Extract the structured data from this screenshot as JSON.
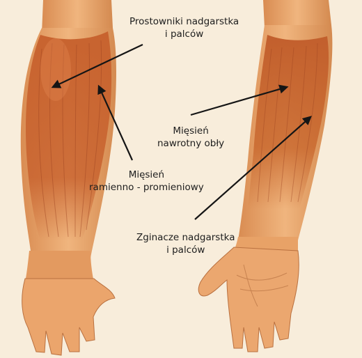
{
  "palette": {
    "background": "#f8eddb",
    "skin": "#e9a36a",
    "muscle": "#c8632f",
    "arrow": "#151515"
  },
  "labels": {
    "extensors": [
      "Prostowniki nadgarstka",
      "i palców"
    ],
    "pronator": [
      "Mięsień",
      "nawrotny obły"
    ],
    "brachioradialis": [
      "Mięsień",
      "ramienno - promieniowy"
    ],
    "flexors": [
      "Zginacze nadgarstka",
      "i palców"
    ]
  }
}
